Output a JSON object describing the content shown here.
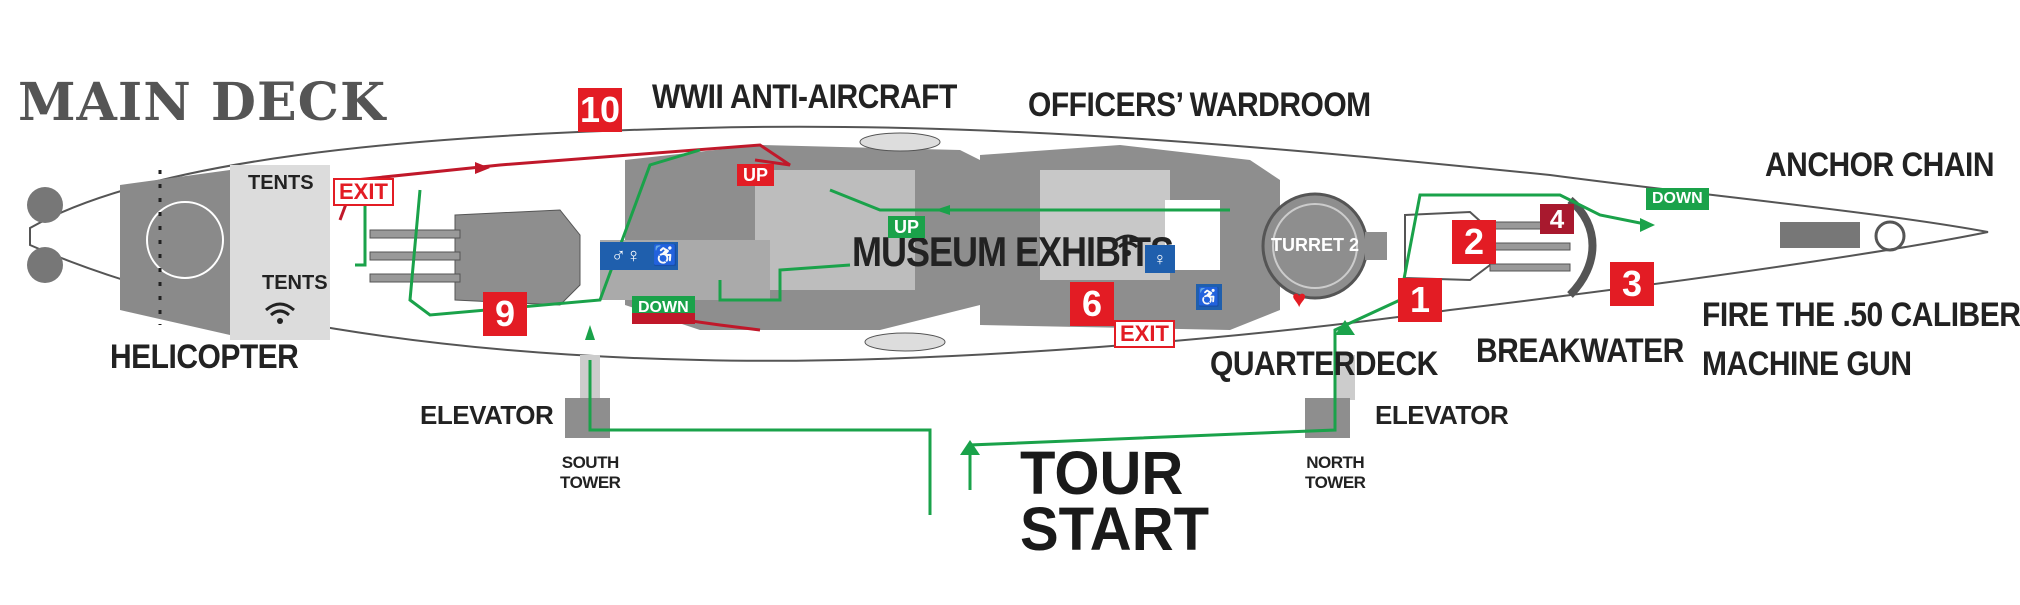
{
  "map": {
    "title": "MAIN DECK",
    "tour_start": {
      "line1": "TOUR",
      "line2": "START"
    },
    "labels": {
      "helicopter": "HELICOPTER",
      "wwii_anti_aircraft": "WWII ANTI-AIRCRAFT",
      "officers_wardroom": "OFFICERS’ WARDROOM",
      "museum_exhibits": "MUSEUM EXHIBITS",
      "anchor_chain": "ANCHOR CHAIN",
      "breakwater": "BREAKWATER",
      "quarterdeck": "QUARTERDECK",
      "fire_line1": "FIRE THE .50 CALIBER",
      "fire_line2": "MACHINE GUN",
      "elevator_south": "ELEVATOR",
      "elevator_north": "ELEVATOR",
      "south_tower_line1": "SOUTH",
      "south_tower_line2": "TOWER",
      "north_tower_line1": "NORTH",
      "north_tower_line2": "TOWER",
      "tents_top": "TENTS",
      "tents_bottom": "TENTS",
      "turret": "TURRET 2"
    },
    "exits": {
      "left": "EXIT",
      "center": "EXIT"
    },
    "stairs": {
      "up_red": "UP",
      "up_green": "UP",
      "down_green": "DOWN",
      "down_red": "DOWN"
    },
    "stops": [
      "10",
      "9",
      "6",
      "1",
      "2",
      "4",
      "3"
    ],
    "icons": [
      "wifi-icon",
      "restroom-icon",
      "accessible-icon",
      "aed-icon",
      "arrow-icon",
      "ladder-icon"
    ],
    "colors": {
      "route_green": "#1aa24a",
      "route_red": "#c0182a",
      "stop_red": "#e31c24",
      "structure_gray": "#8e8e8e",
      "restroom_blue": "#1f5fad"
    }
  }
}
